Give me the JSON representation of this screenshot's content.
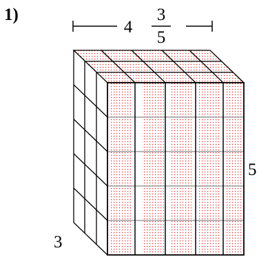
{
  "problem": {
    "number": "1)"
  },
  "labels": {
    "width_whole": "4",
    "width_numerator": "3",
    "width_denominator": "5",
    "height": "5",
    "depth": "3"
  },
  "prism": {
    "width_columns": 5,
    "width_fraction_fill": 0.6,
    "height_rows": 5,
    "depth_layers": 3
  },
  "colors": {
    "line": "#000000",
    "grid_gray": "#8c8c8c",
    "dots": "#e02020",
    "background": "#ffffff"
  }
}
